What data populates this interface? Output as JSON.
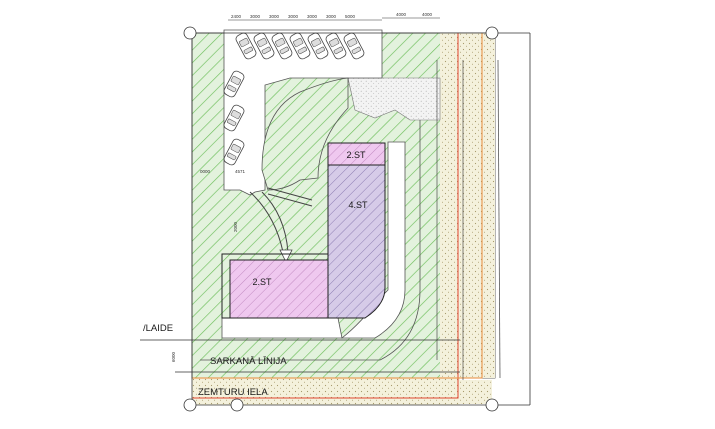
{
  "plan": {
    "labels": {
      "building_4st": "4.ST",
      "building_2st_top": "2.ST",
      "building_2st_bottom": "2.ST",
      "red_line": "SARKANĀ LĪNIJA",
      "street": "ZEMTURU IELA",
      "partial_label": "/LAIDE"
    },
    "dimensions": {
      "top_parking": [
        "2400",
        "3000",
        "3000",
        "3000",
        "3000",
        "3000",
        "5000"
      ],
      "top_right": [
        "4000",
        "4000"
      ],
      "side_left": "0000",
      "bottom_left": "6000",
      "misc_a": "4571",
      "misc_b": "2000"
    },
    "cars": {
      "top_row_count": 7,
      "left_column_count": 3
    },
    "colors": {
      "green_hatch": "#6dbf5c",
      "green_fill": "#dff0d8",
      "magenta_fill": "#efc8ef",
      "purple_fill": "#d3c8e6",
      "sand_fill": "#f2efd6",
      "red_line": "#e0452f",
      "orange_line": "#e88a3a"
    }
  }
}
